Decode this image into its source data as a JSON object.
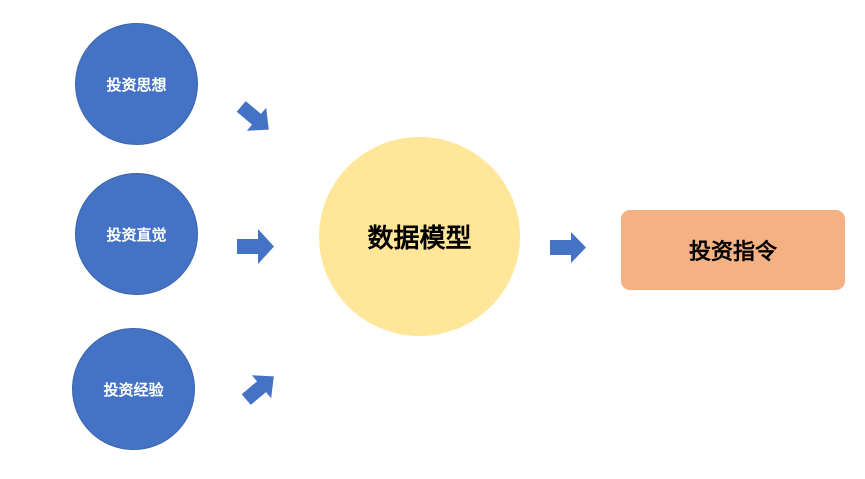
{
  "inputs": [
    {
      "label": "投资思想"
    },
    {
      "label": "投资直觉"
    },
    {
      "label": "投资经验"
    }
  ],
  "model": {
    "label": "数据模型"
  },
  "output": {
    "label": "投资指令"
  },
  "colors": {
    "input": "#4472C4",
    "model": "#FFE699",
    "output": "#F4B183",
    "arrow": "#4472C4"
  }
}
